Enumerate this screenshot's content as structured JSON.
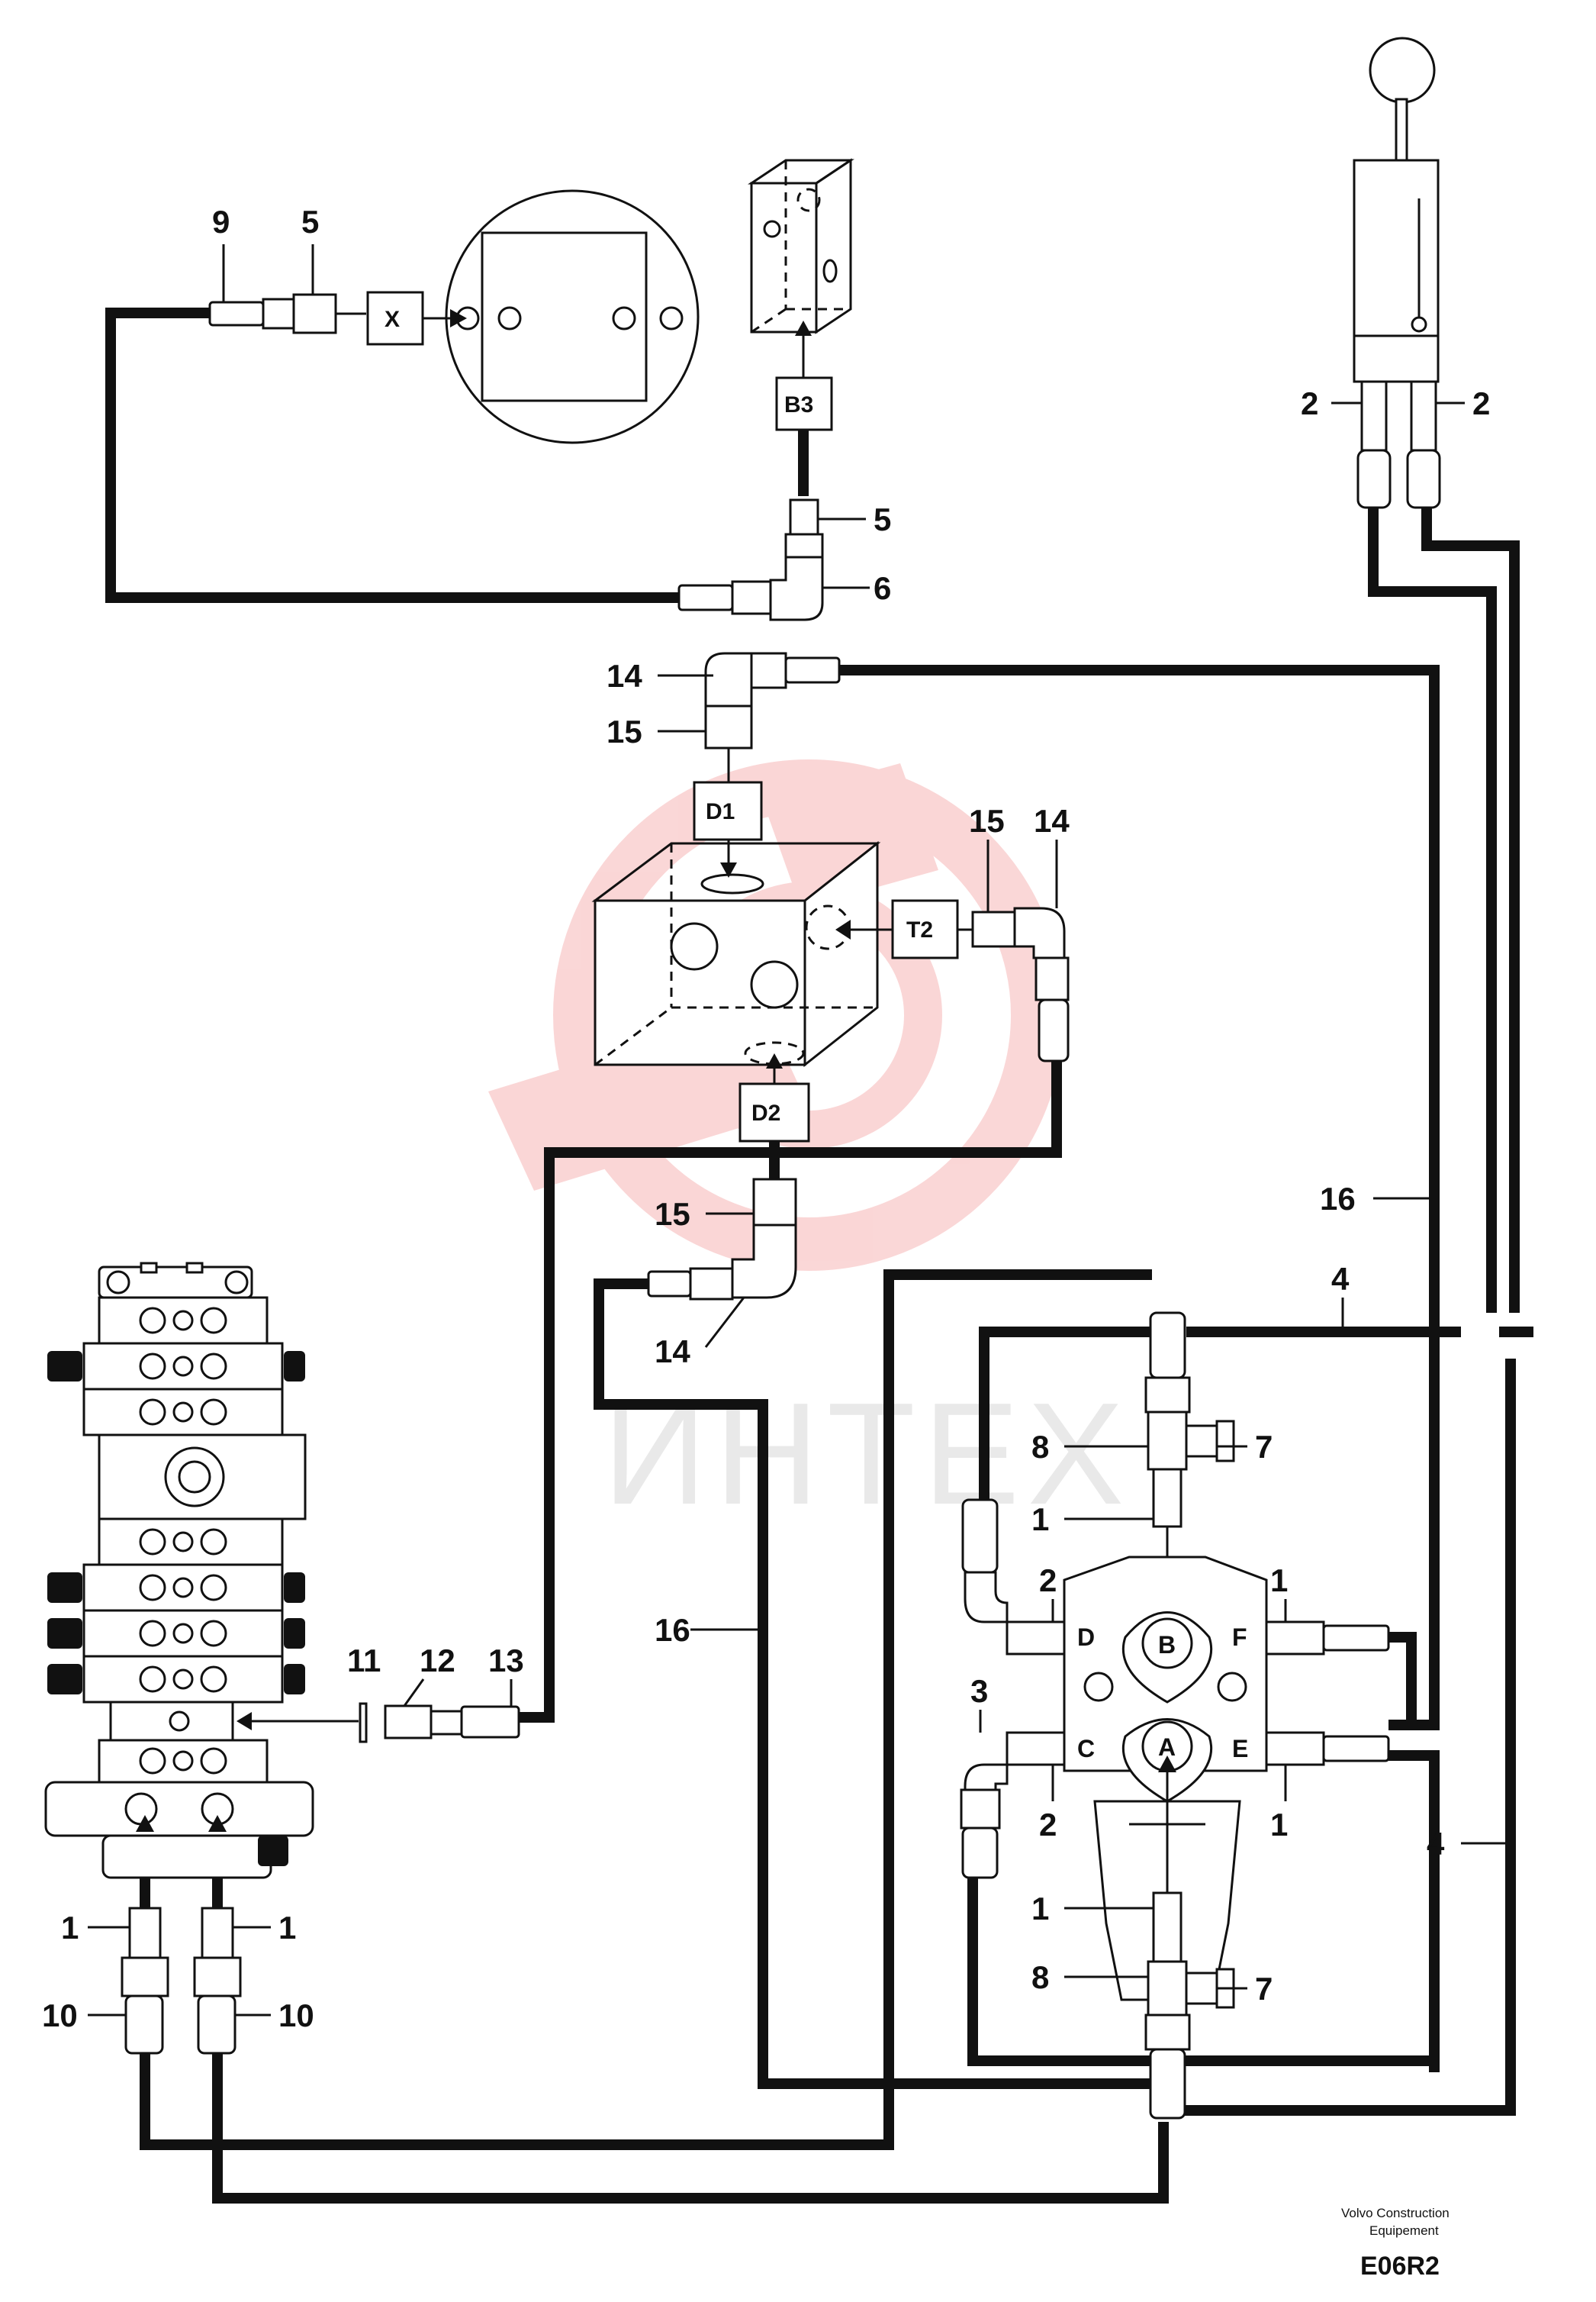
{
  "diagram": {
    "watermark_text": "ИНТЕХ",
    "credit_line1": "Volvo Construction",
    "credit_line2": "Equipement",
    "figure_code": "E06R2"
  },
  "port_boxes": {
    "x": "X",
    "b3": "B3",
    "d1": "D1",
    "d2": "D2",
    "t2": "T2"
  },
  "valve_ports": {
    "a": "A",
    "b": "B",
    "c": "C",
    "d": "D",
    "e": "E",
    "f": "F"
  },
  "callouts": {
    "top_9": "9",
    "top_5": "5",
    "b3_5": "5",
    "b3_6": "6",
    "joy_2_left": "2",
    "joy_2_right": "2",
    "d1_14": "14",
    "d1_15": "15",
    "t2_15": "15",
    "t2_14": "14",
    "d2_15": "15",
    "d2_14": "14",
    "line16_right": "16",
    "line16_left": "16",
    "line4_top": "4",
    "line4_right": "4",
    "top_8": "8",
    "top_7": "7",
    "top_1": "1",
    "d_2": "2",
    "f_1": "1",
    "hose_3": "3",
    "c_2": "2",
    "e_1": "1",
    "bottom_1": "1",
    "bottom_8": "8",
    "bottom_7": "7",
    "left_11": "11",
    "left_12": "12",
    "left_13": "13",
    "cv_1_left": "1",
    "cv_1_right": "1",
    "cv_10_left": "10",
    "cv_10_right": "10"
  }
}
